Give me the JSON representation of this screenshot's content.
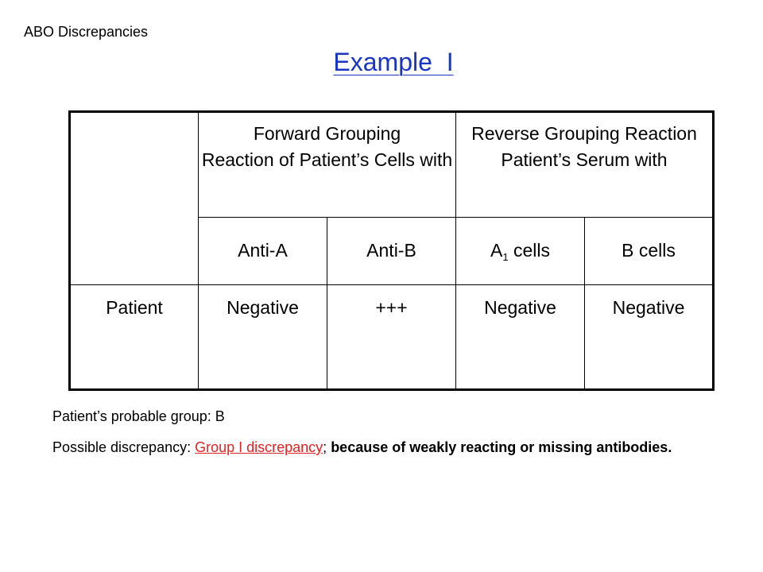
{
  "header": {
    "topic": "ABO Discrepancies"
  },
  "title": "Example  I",
  "table": {
    "forward_group": {
      "line1": "Forward Grouping",
      "line2": "Reaction of Patient’s Cells with"
    },
    "reverse_group": {
      "line1": "Reverse Grouping Reaction Patient’s Serum with"
    },
    "columns": {
      "anti_a": "Anti-A",
      "anti_b": "Anti-B",
      "a1_letter": "A",
      "a1_sub": "1",
      "a1_rest": " cells",
      "b_cells": "B cells"
    },
    "row": {
      "label": "Patient",
      "anti_a": "Negative",
      "anti_b": "+++",
      "a1_cells": "Negative",
      "b_cells": "Negative"
    }
  },
  "notes": {
    "probable_group": "Patient’s probable group: B",
    "discrepancy_prefix": "Possible discrepancy: ",
    "discrepancy_type": "Group I discrepancy",
    "separator": "; ",
    "discrepancy_reason": "because of weakly reacting or missing antibodies."
  }
}
